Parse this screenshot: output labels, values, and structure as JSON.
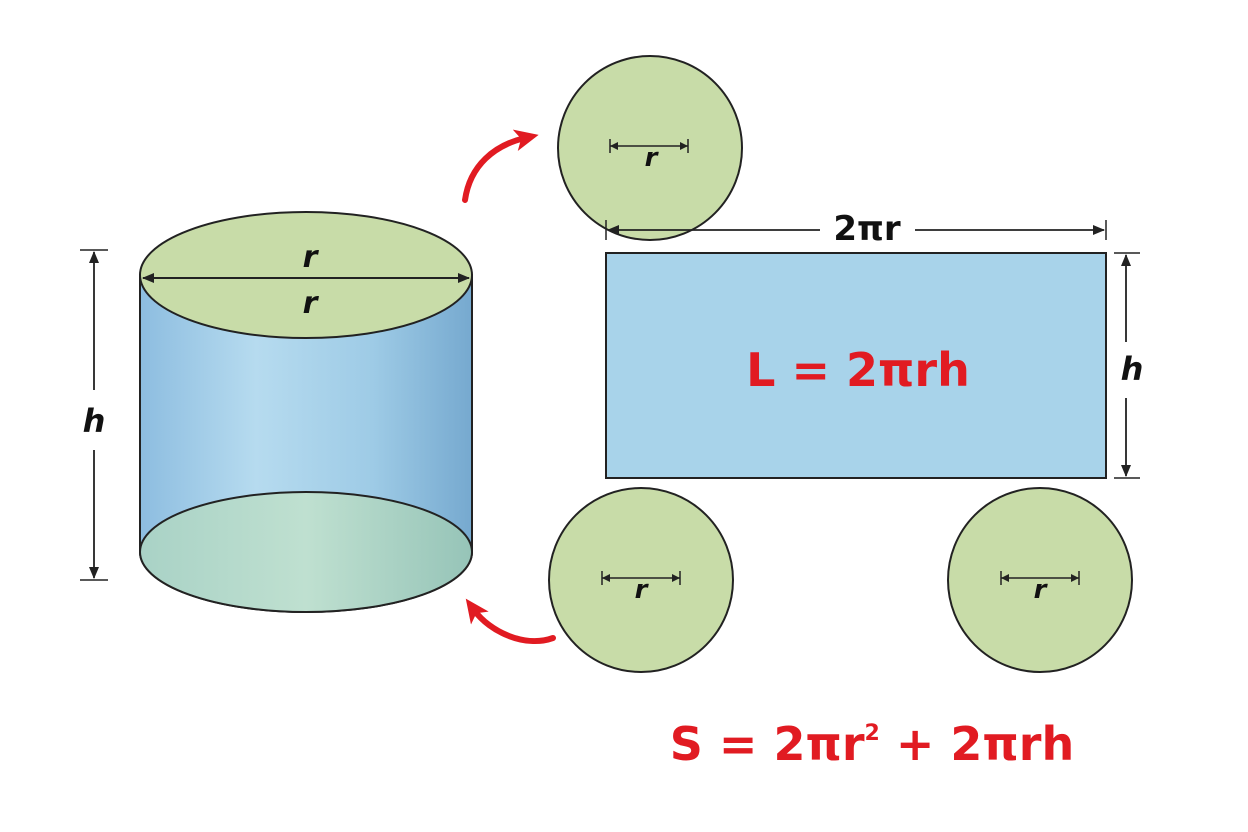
{
  "colors": {
    "lid_fill": "#c8dca8",
    "body_fill": "#9fcbe4",
    "rect_fill": "#a8d3ea",
    "outline": "#222222",
    "formula": "#e11b22"
  },
  "labels": {
    "cyl_height": "h",
    "cyl_top_r1": "r",
    "cyl_top_r2": "r",
    "rect_width": "2πr",
    "rect_height": "h",
    "circle_top_r": "r",
    "circle_bottom_left_r": "r",
    "circle_bottom_right_r": "r"
  },
  "formulas": {
    "lateral": "L = 2πrh",
    "surface_prefix": "S = 2πr",
    "surface_exponent": "2",
    "surface_suffix": " + 2πrh"
  },
  "icons": {
    "arrow_up": "curved-arrow-up",
    "arrow_down": "curved-arrow-down"
  }
}
